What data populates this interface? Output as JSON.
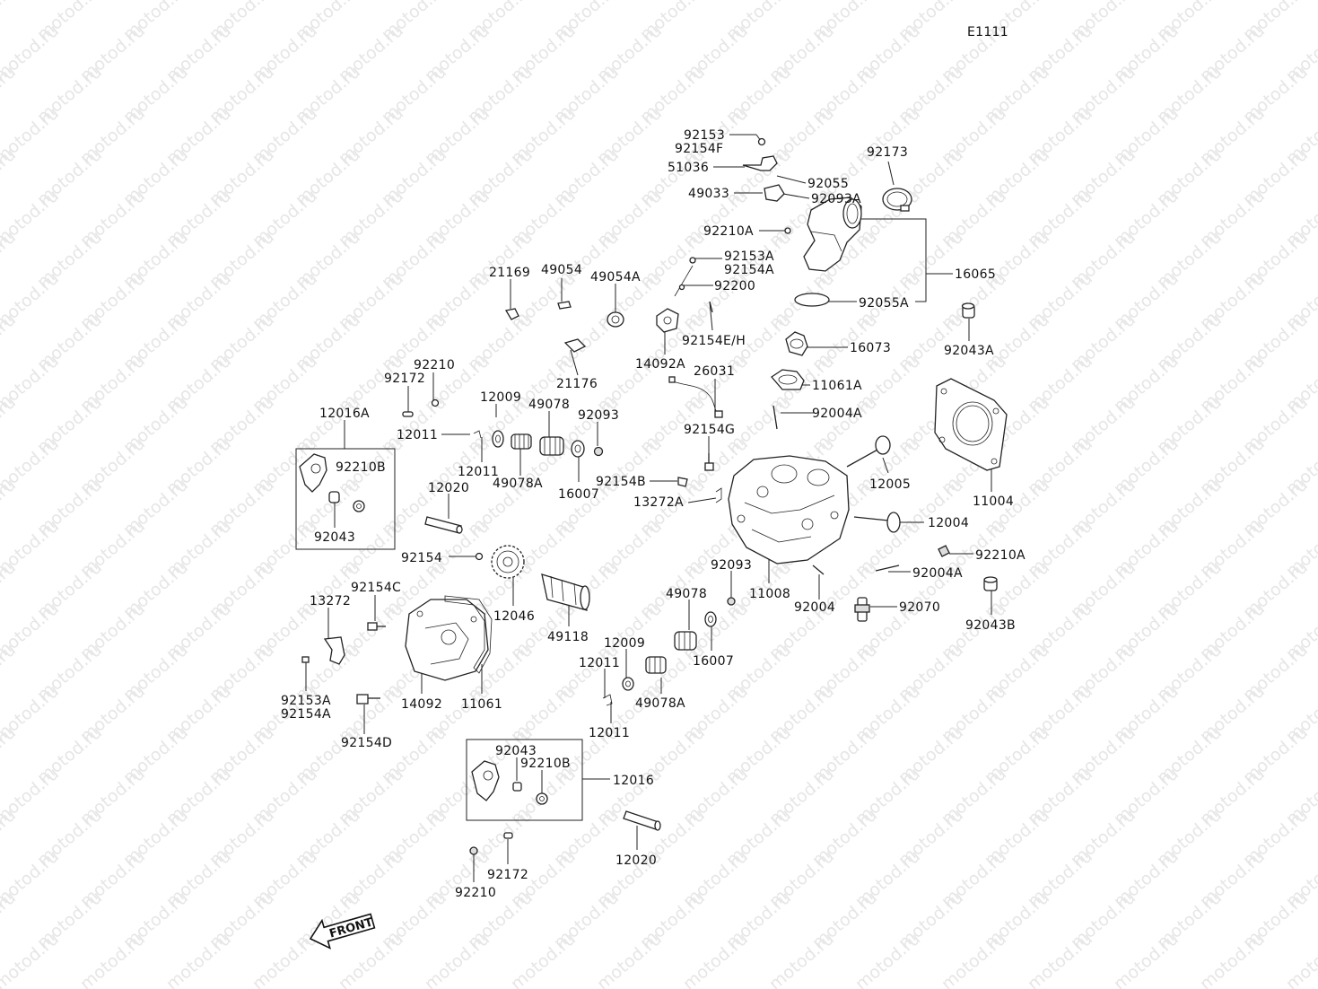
{
  "diagram_code": "E1111",
  "watermark_text": "motod.ru",
  "front_arrow_text": "FRONT",
  "part_numbers": {
    "p92153": "92153",
    "p92154F": "92154F",
    "p51036": "51036",
    "p92055": "92055",
    "p49033": "49033",
    "p92093A": "92093A",
    "p92173": "92173",
    "p92210A_top": "92210A",
    "p16065": "16065",
    "p92153A_top": "92153A",
    "p92154A_top": "92154A",
    "p92200": "92200",
    "p21169": "21169",
    "p49054": "49054",
    "p49054A": "49054A",
    "p92055A": "92055A",
    "p92154EH": "92154E/H",
    "p14092A": "14092A",
    "p21176": "21176",
    "p16073": "16073",
    "p92043A": "92043A",
    "p26031": "26031",
    "p11061A": "11061A",
    "p92210_l": "92210",
    "p92172_l": "92172",
    "p12009_u": "12009",
    "p49078_u": "49078",
    "p92093_u": "92093",
    "p12016A": "12016A",
    "p12011_u1": "12011",
    "p92004A_u": "92004A",
    "p92154G": "92154G",
    "p92210B_l": "92210B",
    "p12011_u2": "12011",
    "p49078A_u": "49078A",
    "p16007_u": "16007",
    "p92154B": "92154B",
    "p12005": "12005",
    "p12020_u": "12020",
    "p11004": "11004",
    "p13272A": "13272A",
    "p92043_l": "92043",
    "p12004": "12004",
    "p92154": "92154",
    "p92210A_r": "92210A",
    "p92093_m": "92093",
    "p92004A_r": "92004A",
    "p92154C": "92154C",
    "p13272": "13272",
    "p11008": "11008",
    "p49078_m": "49078",
    "p12046": "12046",
    "p92004": "92004",
    "p92070": "92070",
    "p92043B": "92043B",
    "p49118": "49118",
    "p12009_m": "12009",
    "p16007_m": "16007",
    "p12011_m": "12011",
    "p92153A_l": "92153A",
    "p92154A_l": "92154A",
    "p14092": "14092",
    "p11061": "11061",
    "p49078A_m": "49078A",
    "p12011_m2": "12011",
    "p92154D": "92154D",
    "p92043_b": "92043",
    "p92210B_b": "92210B",
    "p12016": "12016",
    "p12020_b": "12020",
    "p92172_b": "92172",
    "p92210_b": "92210"
  }
}
